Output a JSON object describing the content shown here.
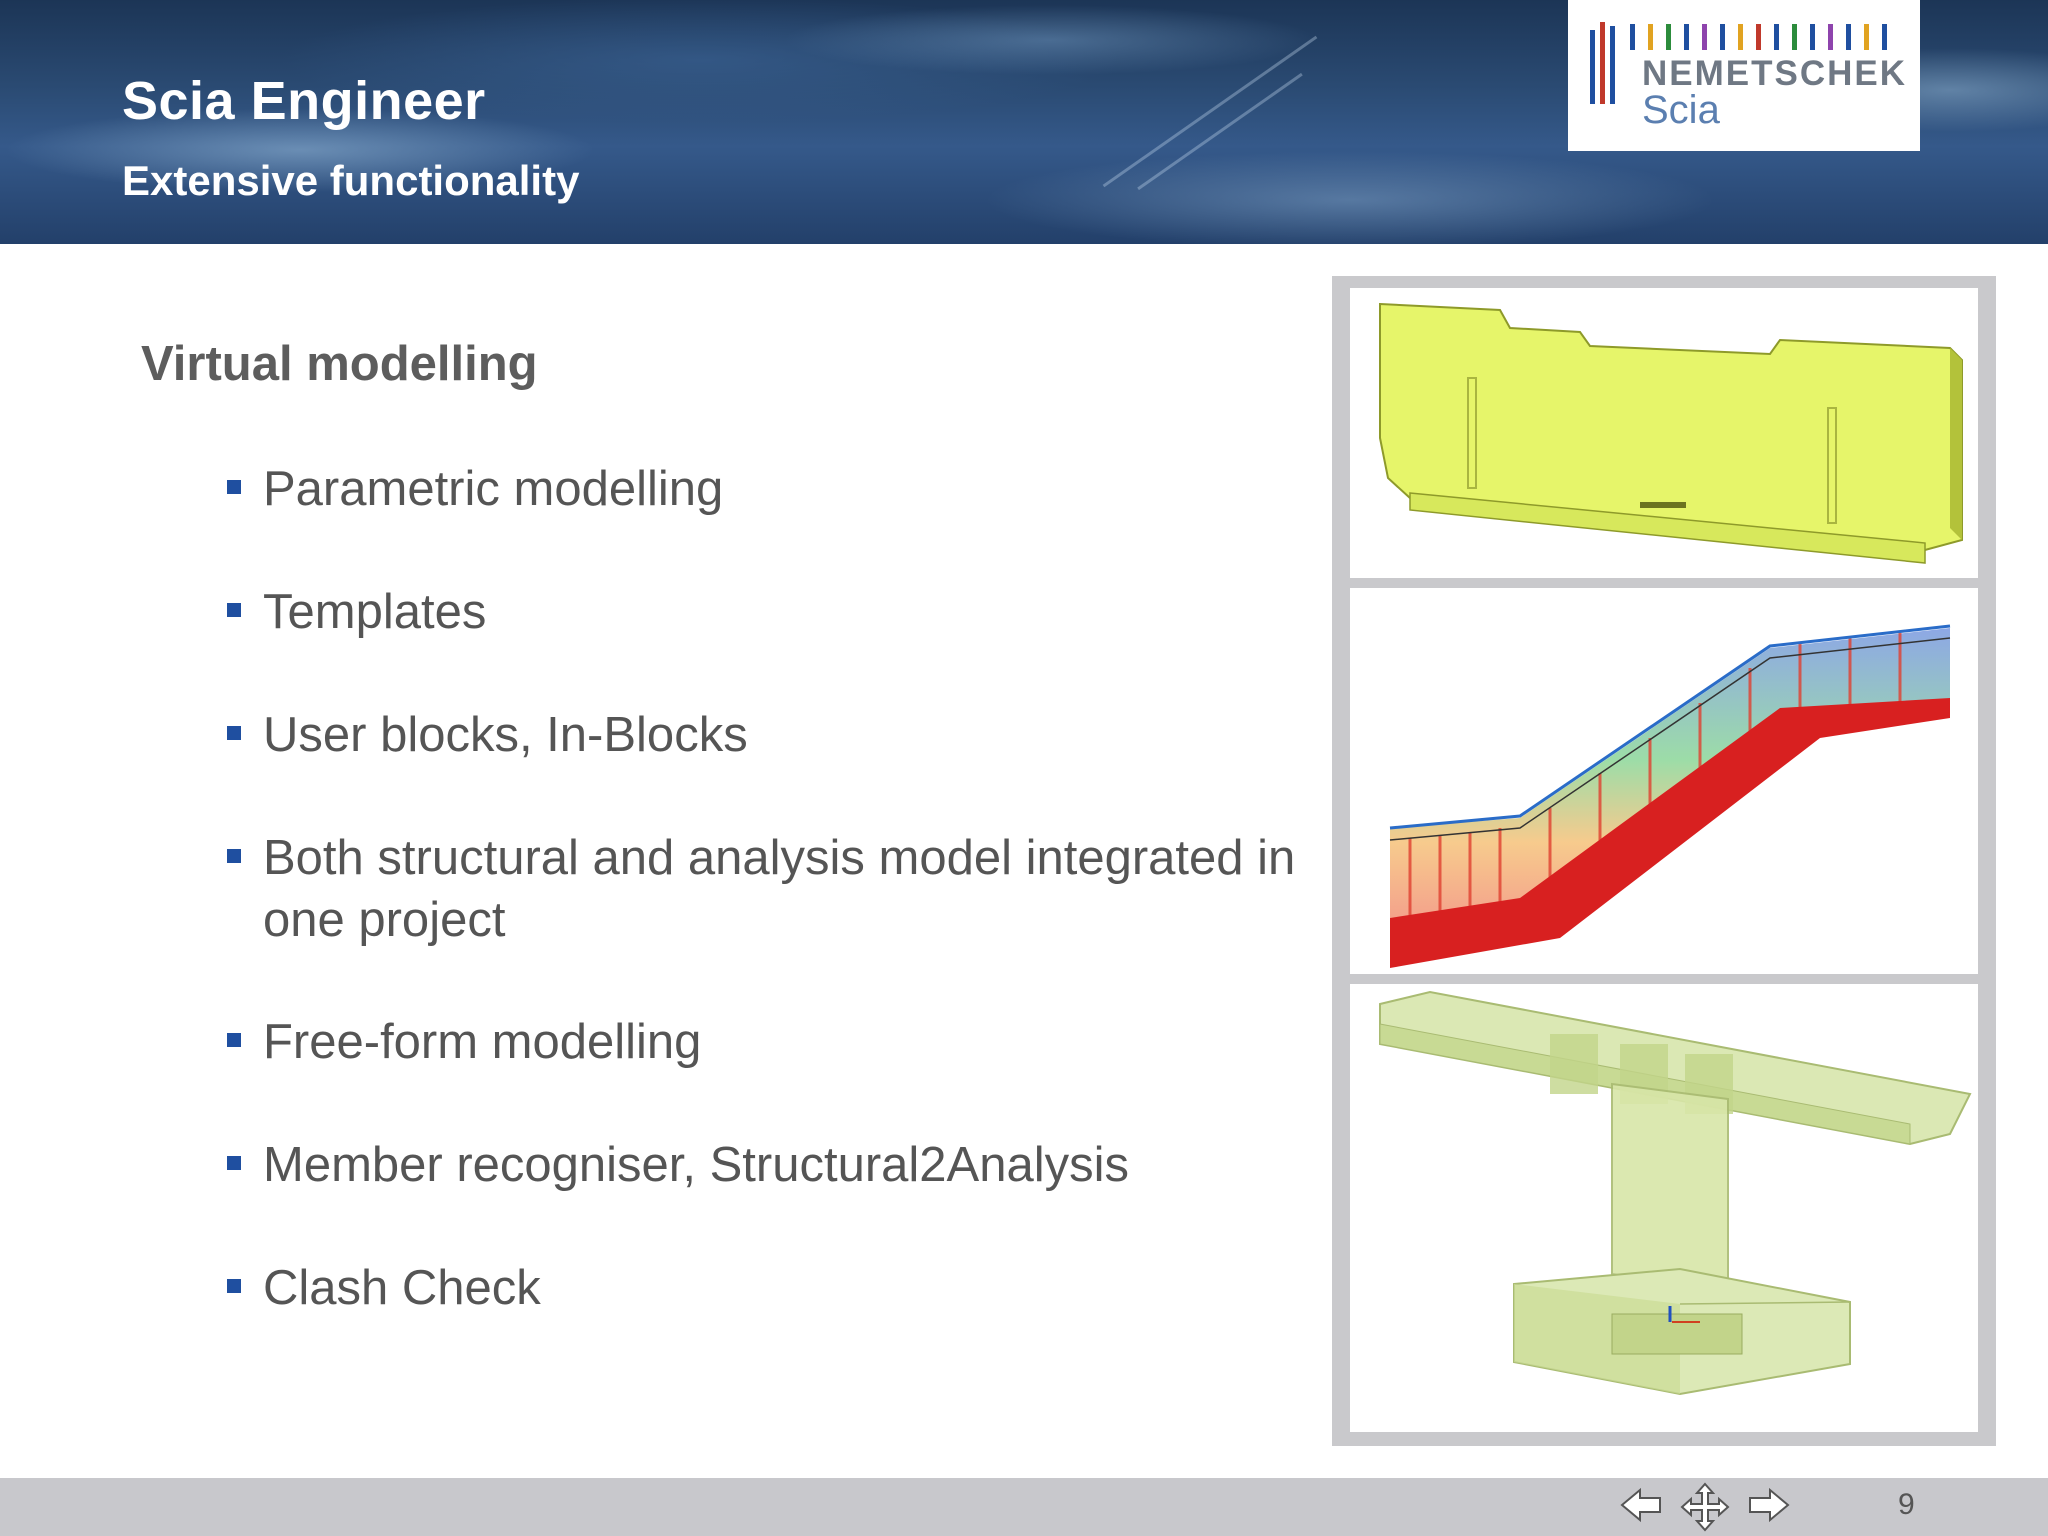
{
  "header": {
    "title": "Scia Engineer",
    "subtitle": "Extensive functionality"
  },
  "logo": {
    "word": "NEMETSCHEK",
    "sub": "Scia"
  },
  "content": {
    "heading": "Virtual modelling",
    "bullets": [
      "Parametric modelling",
      "Templates",
      "User blocks, In-Blocks",
      "Both structural and analysis model integrated in one project",
      "Free-form modelling",
      "Member recogniser, Structural2Analysis",
      "Clash Check"
    ]
  },
  "images": [
    {
      "subject": "yellow-bridge-beam-model"
    },
    {
      "subject": "stair-structure-results-model"
    },
    {
      "subject": "transparent-pier-model"
    }
  ],
  "footer": {
    "page_number": "9",
    "icons": [
      "arrow-left-icon",
      "move-icon",
      "arrow-right-icon"
    ]
  },
  "colors": {
    "bullet_marker": "#1f4fa0",
    "text": "#555555",
    "footer": "#c8c8cc",
    "frame": "#c9c9cc"
  }
}
